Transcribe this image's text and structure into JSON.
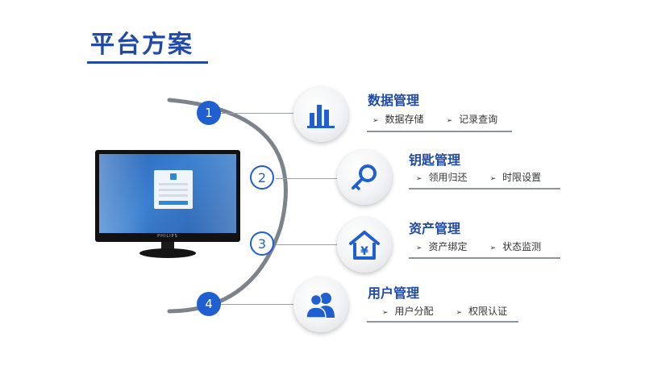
{
  "title": "平台方案",
  "monitor": {
    "brand": "PHILIPS"
  },
  "sections": [
    {
      "num": "1",
      "title": "数据管理",
      "items": [
        "数据存储",
        "记录查询"
      ],
      "icon": "bar-chart-icon"
    },
    {
      "num": "2",
      "title": "钥匙管理",
      "items": [
        "领用归还",
        "时限设置"
      ],
      "icon": "key-icon"
    },
    {
      "num": "3",
      "title": "资产管理",
      "items": [
        "资产绑定",
        "状态监测"
      ],
      "icon": "asset-house-icon"
    },
    {
      "num": "4",
      "title": "用户管理",
      "items": [
        "用户分配",
        "权限认证"
      ],
      "icon": "users-icon"
    }
  ],
  "colors": {
    "accent": "#1f5fcf",
    "title": "#1f4aa8",
    "line": "#8d949d"
  }
}
